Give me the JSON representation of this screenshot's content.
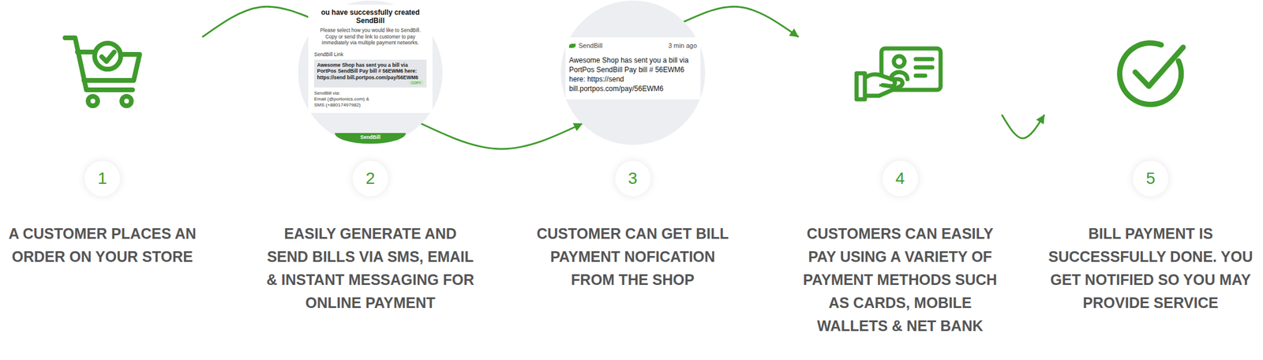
{
  "diagram": {
    "nodes": [
      {
        "text": [
          "1",
          "A CUSTOMER PLACES AN ORDER ON YOUR STORE"
        ]
      },
      {
        "text": [
          "2",
          "EASILY GENERATE AND SEND BILLS VIA SMS, EMAIL & INSTANT MESSAGING FOR ONLINE PAYMENT"
        ]
      },
      {
        "text": [
          "ou have successfully created SendBill",
          "Please select how you would like to SendBill. Copy or send the link to customer to pay immediately via multiple payment networks.",
          "SendBill Link",
          "Awesome Shop has sent you a bill via PortPos SendBill Pay bill # 56EWM6 here: https://send bill.portpos.com/pay/56EWM6",
          "COPY",
          "SendBill via:",
          "Email (@portonics.com) &",
          "SMS (+88017497982)",
          "SendBill"
        ],
        "in": 1
      },
      {
        "text": [
          "3",
          "CUSTOMER CAN GET BILL PAYMENT NOFICATION FROM THE SHOP"
        ]
      },
      {
        "text": [
          "SendBill",
          "3 min ago",
          "Awesome Shop has sent you a bill via PortPos SendBill Pay bill # 56EWM6 here: https://send bill.portpos.com/pay/56EWM6"
        ],
        "in": 3
      },
      {
        "text": [
          "4",
          "CUSTOMERS CAN EASILY PAY USING A VARIETY OF PAYMENT METHODS SUCH AS CARDS, MOBILE WALLETS & NET BANK"
        ]
      },
      {
        "text": [
          "5",
          "BILL PAYMENT IS SUCCESSFULLY DONE. YOU GET NOTIFIED SO YOU MAY PROVIDE SERVICE"
        ]
      }
    ],
    "edges": [
      {
        "from": 0,
        "to": 2,
        "arrow": "to"
      },
      {
        "from": 2,
        "to": 4,
        "arrow": "to"
      },
      {
        "from": 4,
        "to": 5,
        "arrow": "to"
      },
      {
        "from": 5,
        "to": 6,
        "arrow": "to"
      }
    ]
  }
}
